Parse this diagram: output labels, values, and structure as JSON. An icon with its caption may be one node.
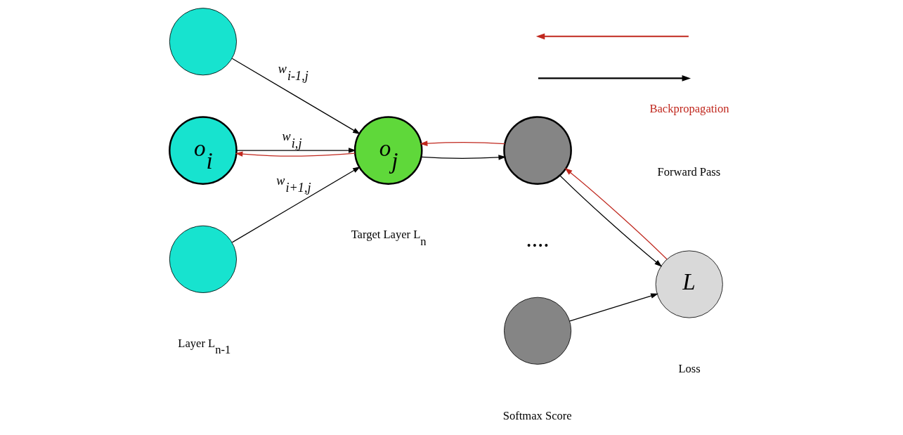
{
  "diagram": {
    "nodes": [
      {
        "text": [],
        "shape": "circle"
      },
      {
        "text": [
          "o$_{i}$"
        ]
      },
      {
        "text": [],
        "shape": "circle"
      },
      {
        "text": [
          "o$_{j}$"
        ]
      },
      {
        "text": [],
        "shape": "circle"
      },
      {
        "text": [],
        "shape": "circle"
      },
      {
        "text": [
          "L"
        ]
      }
    ],
    "edges": [
      {
        "from": 0,
        "to": 3,
        "arrow": "to",
        "label": "w$_{i-1,j}$"
      },
      {
        "from": 1,
        "to": 3,
        "arrow": "to",
        "label": "w$_{i,j}$"
      },
      {
        "from": 3,
        "to": 1,
        "arrow": "to",
        "color": "#c0281e"
      },
      {
        "from": 2,
        "to": 3,
        "arrow": "to",
        "label": "w$_{i+1,j}$"
      },
      {
        "from": 3,
        "to": 4,
        "arrow": "to"
      },
      {
        "from": 4,
        "to": 3,
        "arrow": "to",
        "color": "#c0281e"
      },
      {
        "from": 4,
        "to": 6,
        "arrow": "to"
      },
      {
        "from": 6,
        "to": 4,
        "arrow": "to",
        "color": "#c0281e"
      },
      {
        "from": 5,
        "to": 6,
        "arrow": "to"
      }
    ],
    "labels": [
      "....",
      "Layer L$_{n-1}$",
      "Target Layer L$_{n}$",
      "Softmax Score",
      "Loss"
    ],
    "legend": [
      {
        "text": "Backpropagation"
      },
      {
        "text": "Forward Pass"
      }
    ]
  }
}
